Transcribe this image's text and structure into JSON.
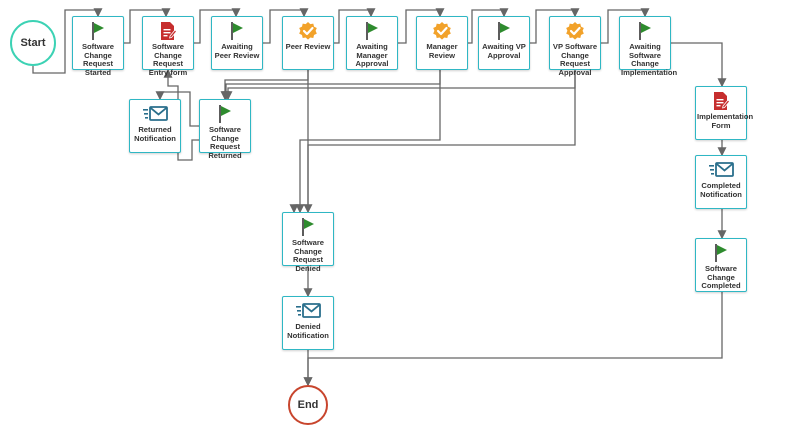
{
  "diagram": {
    "start_label": "Start",
    "end_label": "End",
    "nodes": [
      {
        "id": "n1",
        "label": "Software Change Request Started",
        "icon": "flag-icon",
        "color": "#2e8b2e"
      },
      {
        "id": "n2",
        "label": "Software Change Request Entry form",
        "icon": "form-icon",
        "color": "#c62e2e"
      },
      {
        "id": "n3",
        "label": "Awaiting Peer Review",
        "icon": "flag-icon",
        "color": "#2e8b2e"
      },
      {
        "id": "n4",
        "label": "Peer Review",
        "icon": "approval-badge-icon",
        "color": "#f2a22a"
      },
      {
        "id": "n5",
        "label": "Awaiting Manager Approval",
        "icon": "flag-icon",
        "color": "#2e8b2e"
      },
      {
        "id": "n6",
        "label": "Manager Review",
        "icon": "approval-badge-icon",
        "color": "#f2a22a"
      },
      {
        "id": "n7",
        "label": "Awaiting VP Approval",
        "icon": "flag-icon",
        "color": "#2e8b2e"
      },
      {
        "id": "n8",
        "label": "VP Software Change Request Approval",
        "icon": "approval-badge-icon",
        "color": "#f2a22a"
      },
      {
        "id": "n9",
        "label": "Awaiting Software Change Implementation",
        "icon": "flag-icon",
        "color": "#2e8b2e"
      },
      {
        "id": "n10",
        "label": "Returned Notification",
        "icon": "envelope-icon",
        "color": "#2a6f8c"
      },
      {
        "id": "n11",
        "label": "Software Change Request Returned",
        "icon": "flag-icon",
        "color": "#2e8b2e"
      },
      {
        "id": "n12",
        "label": "Implementation Form",
        "icon": "form-icon",
        "color": "#c62e2e"
      },
      {
        "id": "n13",
        "label": "Completed Notification",
        "icon": "envelope-icon",
        "color": "#2a6f8c"
      },
      {
        "id": "n14",
        "label": "Software Change Completed",
        "icon": "flag-icon",
        "color": "#2e8b2e"
      },
      {
        "id": "n15",
        "label": "Software Change Request Denied",
        "icon": "flag-icon",
        "color": "#2e8b2e"
      },
      {
        "id": "n16",
        "label": "Denied Notification",
        "icon": "envelope-icon",
        "color": "#2a6f8c"
      }
    ],
    "colors": {
      "node_border": "#2fb7c4",
      "start_border": "#3cd2b4",
      "end_border": "#c8452d",
      "edge": "#666666"
    }
  }
}
